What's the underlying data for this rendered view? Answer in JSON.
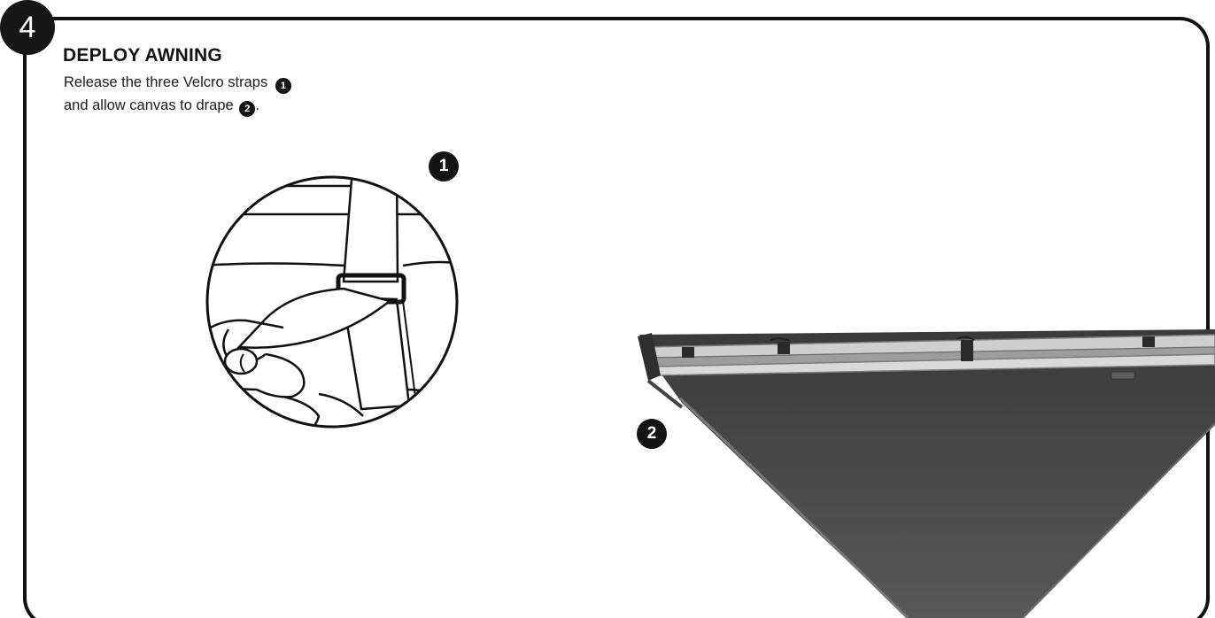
{
  "step": {
    "number": "4",
    "title": "DEPLOY AWNING",
    "description_line1": "Release the three Velcro straps",
    "description_line2": "and allow canvas to drape",
    "description_end": "."
  },
  "markers": {
    "one": "1",
    "two": "2"
  },
  "colors": {
    "ink": "#141414",
    "canvas": "#4a4a4a",
    "frame_metal": "#b8b8b8"
  },
  "illustrations": {
    "detail": "strap-release-detail",
    "photo": "awning-canvas-draping"
  }
}
